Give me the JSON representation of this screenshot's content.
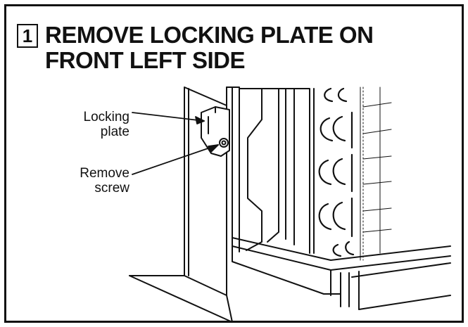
{
  "step": {
    "number": "1",
    "title_line1": "REMOVE LOCKING PLATE ON",
    "title_line2": "FRONT LEFT SIDE"
  },
  "callouts": {
    "locking_plate_line1": "Locking",
    "locking_plate_line2": "plate",
    "remove_screw_line1": "Remove",
    "remove_screw_line2": "screw"
  },
  "colors": {
    "ink": "#111111",
    "background": "#ffffff"
  }
}
